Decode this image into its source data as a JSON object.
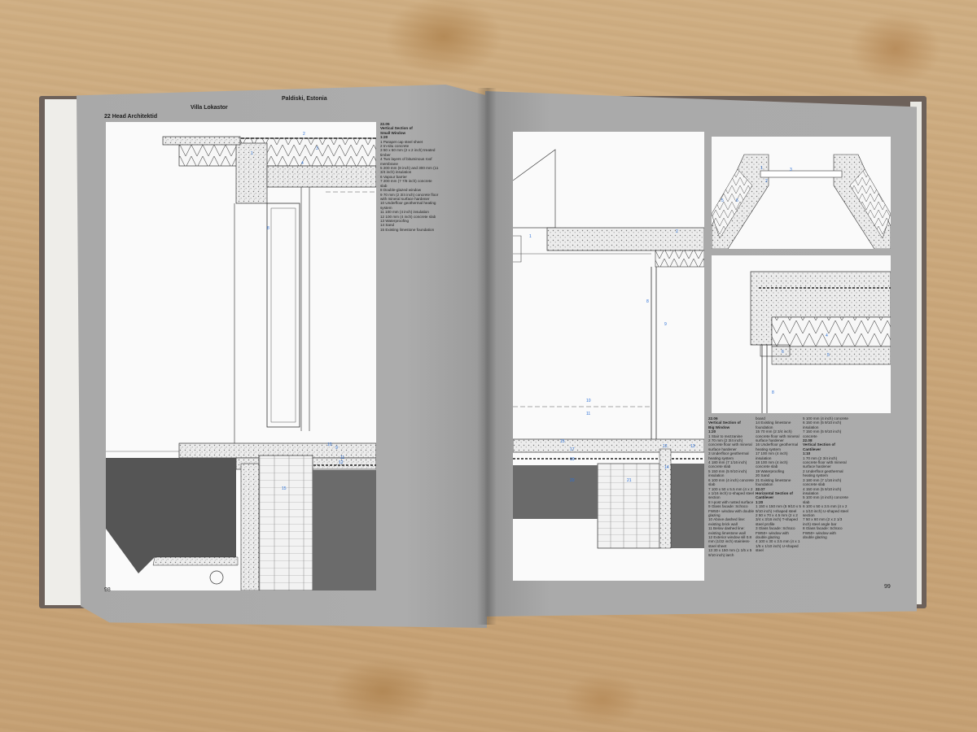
{
  "left_page": {
    "header": {
      "chapter": "22 Head Architektid",
      "project": "Villa Lokastor",
      "location": "Paldiski, Estonia"
    },
    "page_number": "98",
    "caption": {
      "title_lines": [
        "22.05",
        "Vertical Section of",
        "Small Window",
        "1:20"
      ],
      "items": [
        "1 Parapet cap steel sheet",
        "2 In-situ concrete",
        "3 50 x 50 mm (2 x 2 inch) treated timber",
        "4 Two layers of bituminous roof membrane",
        "5 200 mm (8 inch) and 300 mm (11 3/4 inch) insulation",
        "6 Vapour barrier",
        "7 200 mm (7 7/8 inch) concrete slab",
        "8 Double-glazed window",
        "9 70 mm (2 3/4 inch) concrete floor with mineral surface hardener",
        "10 Underfloor geothermal heating system",
        "11 100 mm (4 inch) insulation",
        "12 100 mm (4 inch) concrete slab",
        "13 Waterproofing",
        "14 Sand",
        "15 Existing limestone foundation"
      ]
    },
    "drawing_labels": [
      "1",
      "2",
      "3",
      "4",
      "5",
      "6",
      "7",
      "8",
      "9",
      "10",
      "11",
      "12",
      "13",
      "14",
      "15"
    ]
  },
  "right_page": {
    "page_number": "99",
    "captions": {
      "col1_title": [
        "22.06",
        "Vertical Section of",
        "Big Window",
        "1:20"
      ],
      "col1_items": [
        "1 Stair to mezzanine",
        "2 70 mm (2 3/4 inch) concrete floor with mineral surface hardener",
        "3 Underfloor geothermal heating system",
        "4 180 mm (7 1/16 inch) concrete slab",
        "5 150 mm (5 9/10 inch) insulation",
        "6 100 mm (4 inch) concrete slab",
        "7 100 x 50 x 5.5 mm (4 x 2 x 1/16 inch) U-shaped steel section",
        "8 I-post with rusted surface",
        "9 Glass facade: Schüco FW50+ window with double glazing",
        "10 Above dashed line: existing brick wall",
        "11 Below dashed line: existing limestone wall",
        "12 Exterior window sill 0.8 mm (1/32 inch) stainless-steel sheet",
        "13 30 x 150 mm (1 1/5 x 5 9/10 inch) larch"
      ],
      "col2_items": [
        "board",
        "14 Existing limestone foundation",
        "15 70 mm (2 3/4 inch) concrete floor with mineral surface hardener",
        "16 Underfloor geothermal heating system",
        "17 100 mm (4 inch) insulation",
        "18 100 mm (4 inch) concrete slab",
        "19 Waterproofing",
        "20 Sand",
        "21 Existing limestone foundation"
      ],
      "col2_title": [
        "22.07",
        "Horizontal Section of",
        "Cantilever",
        "1:20"
      ],
      "col2_items_b": [
        "1 150 x 150 mm (5 9/10 x 5 9/10 inch) I-shaped steel",
        "2 50 x 70 x 4.5 mm (2 x 2 3/4 x 3/16 inch) T-shaped steel profile",
        "3 Glass facade: Schüco FW50+ window with double glazing",
        "4 100 x 30 x 3.5 mm (4 x 1 1/5 x 1/10 inch) U-shaped steel"
      ],
      "col3_items": [
        "5 100 mm (4 inch) concrete",
        "6 150 mm (5 9/10 inch) insulation",
        "7 150 mm (5 9/10 inch) concrete"
      ],
      "col3_title": [
        "22.08",
        "Vertical Section of",
        "Cantilever",
        "1:10"
      ],
      "col3_items_b": [
        "1 70 mm (2 3/4 inch) concrete floor with mineral surface hardener",
        "2 Underfloor geothermal heating system",
        "3 180 mm (7 1/16 inch) concrete slab",
        "4 150 mm (5 9/10 inch) insulation",
        "5 100 mm (4 inch) concrete slab",
        "6 100 x 50 x 3.5 mm (4 x 2 x 1/10 inch) U-shaped steel section",
        "7 50 x 60 mm (2 x 2 1/3 inch) steel angle bar",
        "8 Glass facade: Schüco FW50+ window with double glazing"
      ]
    },
    "drawing_labels": [
      "1",
      "2",
      "3",
      "4",
      "5",
      "6",
      "7",
      "8",
      "9",
      "10",
      "11",
      "12",
      "13",
      "14",
      "15",
      "16",
      "17",
      "18",
      "19",
      "20",
      "21"
    ]
  }
}
